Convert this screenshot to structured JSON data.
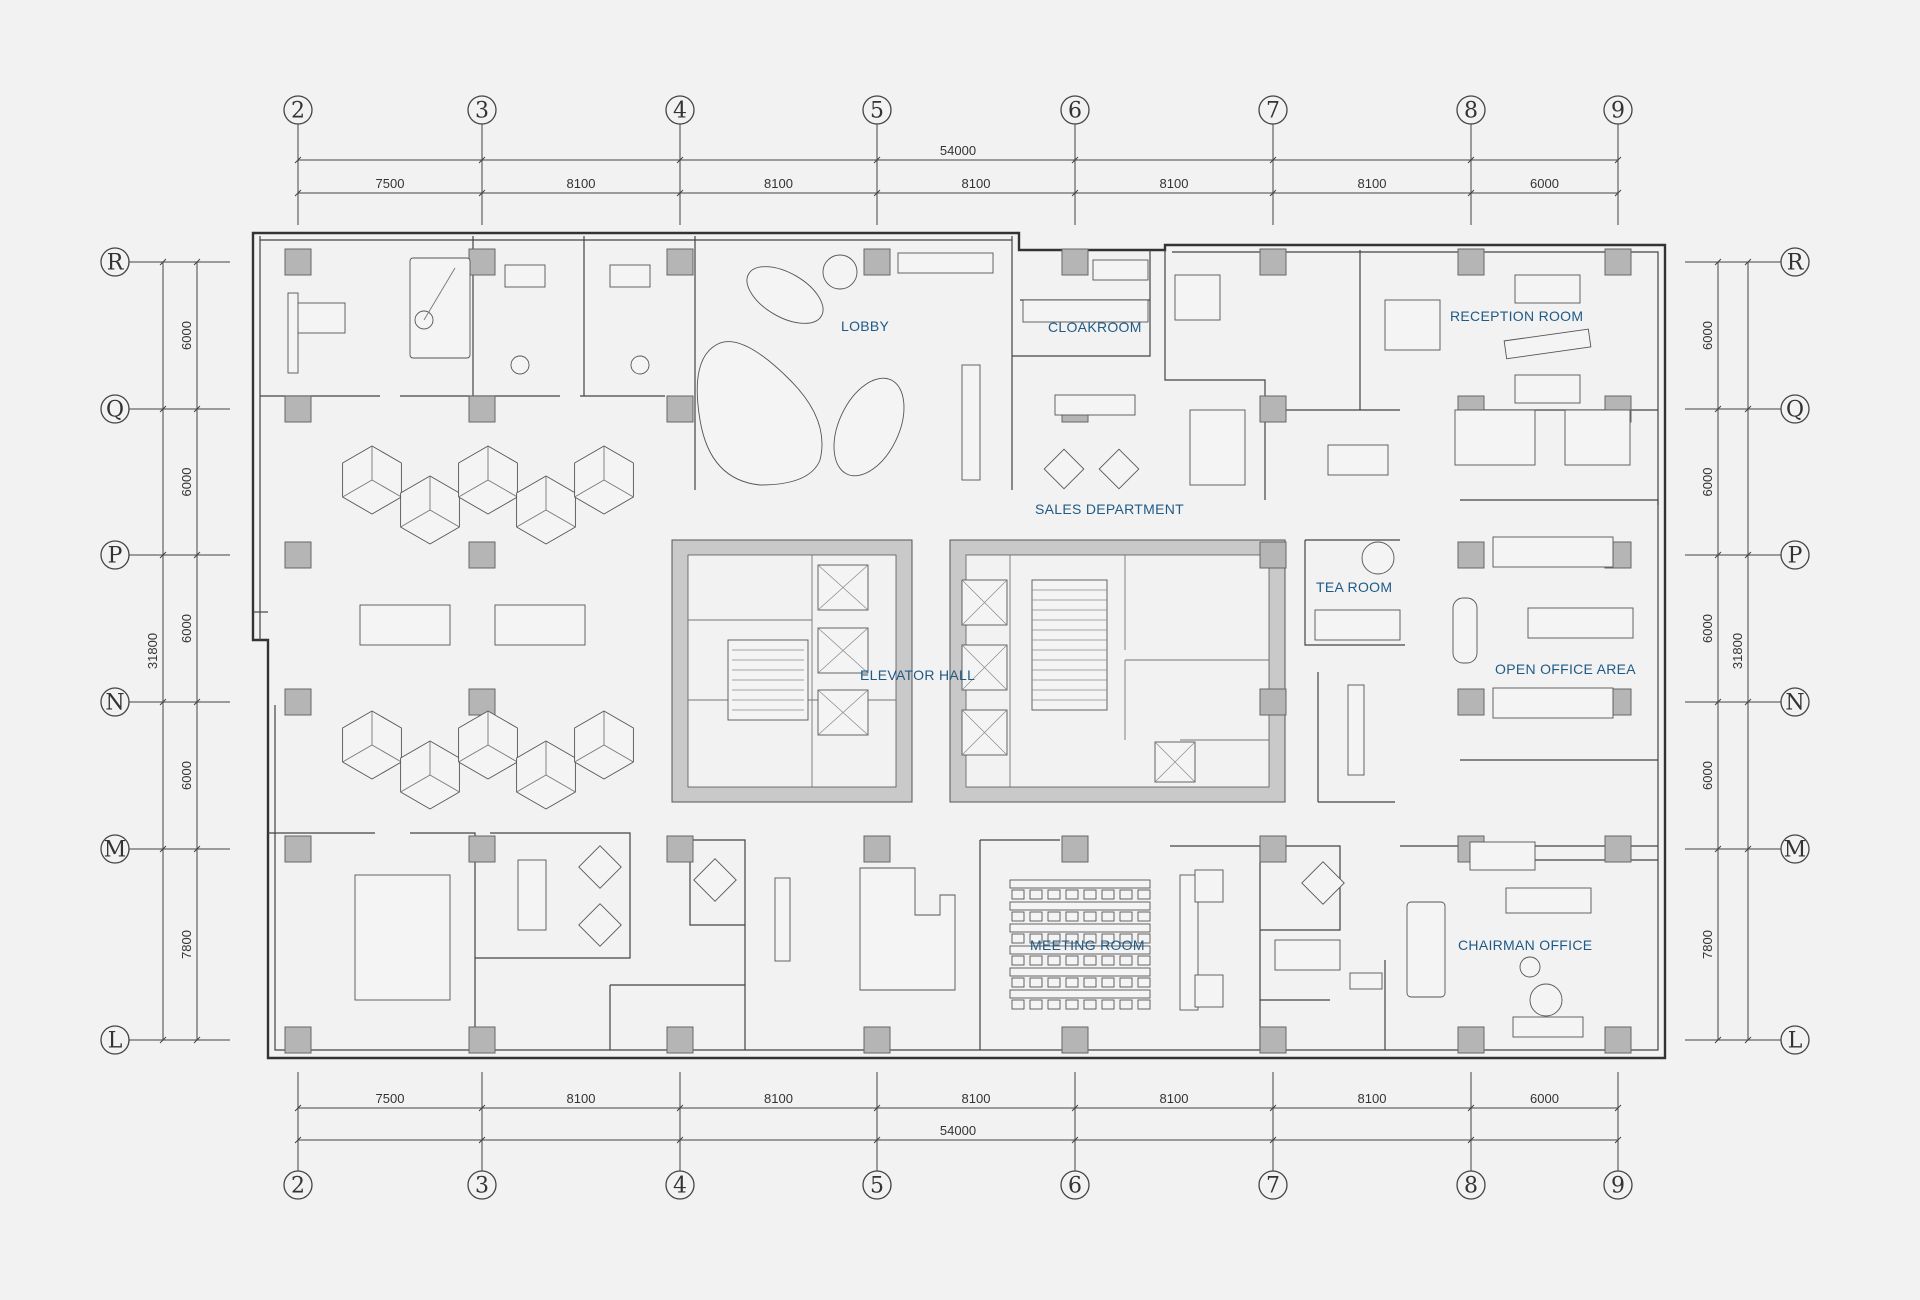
{
  "axes": {
    "columns": [
      "2",
      "3",
      "4",
      "5",
      "6",
      "7",
      "8",
      "9"
    ],
    "rows": [
      "R",
      "Q",
      "P",
      "N",
      "M",
      "L"
    ]
  },
  "dimensions": {
    "horizontal_spans": [
      "7500",
      "8100",
      "8100",
      "8100",
      "8100",
      "8100",
      "6000"
    ],
    "horizontal_total": "54000",
    "vertical_spans": [
      "6000",
      "6000",
      "6000",
      "6000",
      "7800"
    ],
    "vertical_total": "31800"
  },
  "rooms": {
    "lobby": "LOBBY",
    "cloakroom": "CLOAKROOM",
    "reception_room": "RECEPTION ROOM",
    "sales_department": "SALES  DEPARTMENT",
    "tea_room": "TEA ROOM",
    "elevator_hall": "ELEVATOR HALL",
    "open_office_area": "OPEN OFFICE AREA",
    "meeting_room": "MEETING ROOM",
    "chairman_office": "CHAIRMAN OFFICE"
  },
  "colors": {
    "background": "#f2f2f2",
    "line": "#333333",
    "column_fill": "#b5b5b5",
    "room_label": "#1f5a86"
  }
}
